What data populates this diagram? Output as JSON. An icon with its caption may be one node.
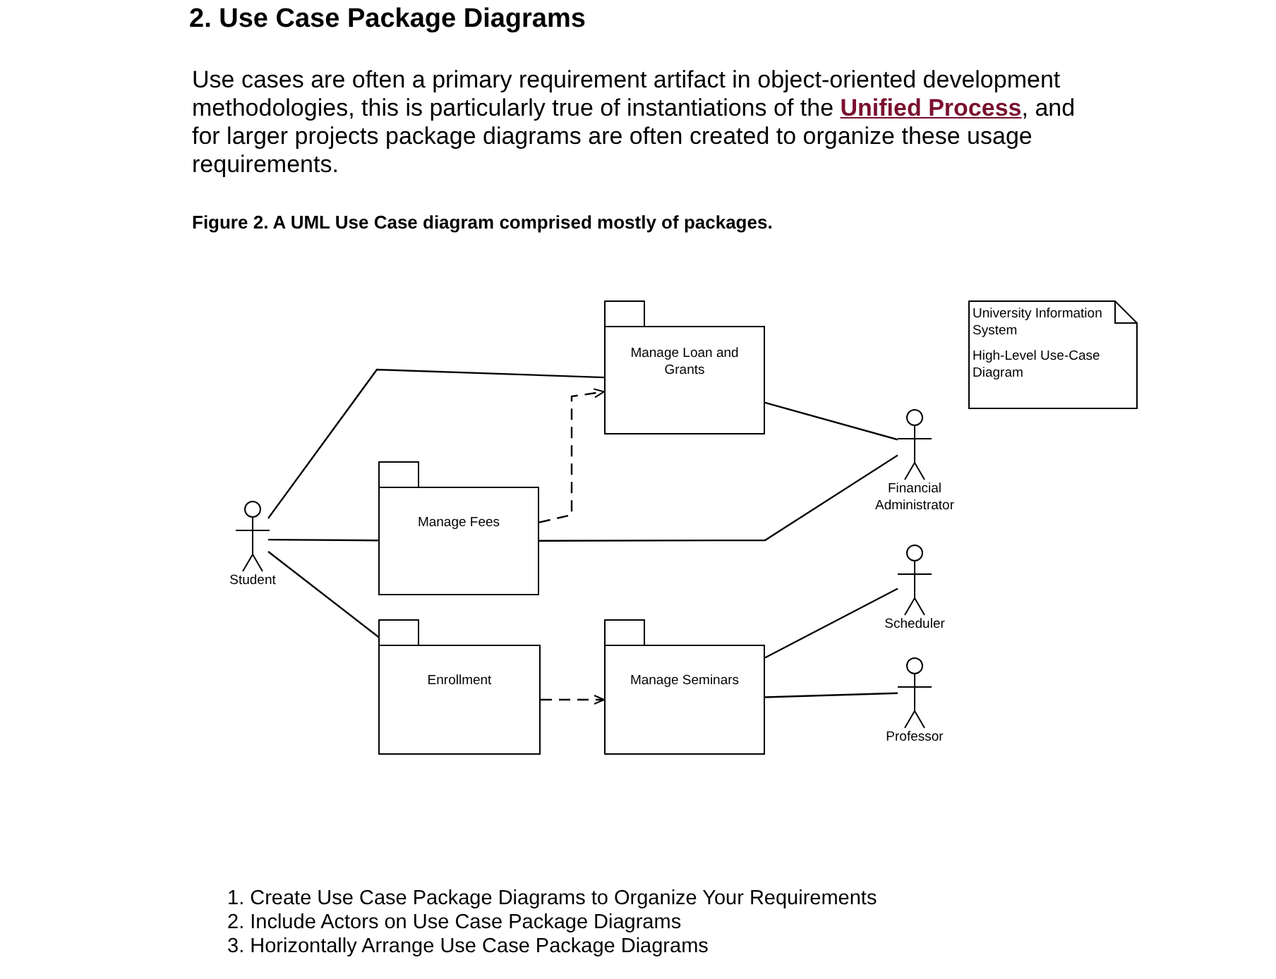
{
  "diagram": {
    "title": "2. Use Case Package Diagrams",
    "caption": "Figure 2. A UML Use Case diagram comprised mostly of packages.",
    "nodes": [
      {
        "text": [
          "Student"
        ]
      },
      {
        "text": [
          "Manage Loan and Grants"
        ]
      },
      {
        "text": [
          "Manage Fees"
        ]
      },
      {
        "text": [
          "Enrollment"
        ]
      },
      {
        "text": [
          "Manage Seminars"
        ]
      },
      {
        "text": [
          "Financial Administrator"
        ]
      },
      {
        "text": [
          "Scheduler"
        ]
      },
      {
        "text": [
          "Professor"
        ]
      },
      {
        "text": [
          "University Information System",
          "High-Level Use-Case Diagram"
        ]
      }
    ],
    "edges": [
      {
        "from": 0,
        "to": 1,
        "arrow": "none"
      },
      {
        "from": 0,
        "to": 2,
        "arrow": "none"
      },
      {
        "from": 0,
        "to": 3,
        "arrow": "none"
      },
      {
        "from": 2,
        "to": 1,
        "arrow": "to",
        "style": "dashed"
      },
      {
        "from": 3,
        "to": 4,
        "arrow": "to",
        "style": "dashed"
      },
      {
        "from": 1,
        "to": 5,
        "arrow": "none"
      },
      {
        "from": 2,
        "to": 5,
        "arrow": "none"
      },
      {
        "from": 4,
        "to": 6,
        "arrow": "none"
      },
      {
        "from": 4,
        "to": 7,
        "arrow": "none"
      }
    ],
    "labels": [
      "Use cases are often a primary requirement artifact in object-oriented development methodologies, this is particularly true of instantiations of the **Unified Process**, and for larger projects package diagrams are often created to organize these usage requirements.",
      "1. Create Use Case Package Diagrams to Organize Your Requirements",
      "2. Include Actors on Use Case Package Diagrams",
      "3. Horizontally Arrange Use Case Package Diagrams"
    ]
  }
}
